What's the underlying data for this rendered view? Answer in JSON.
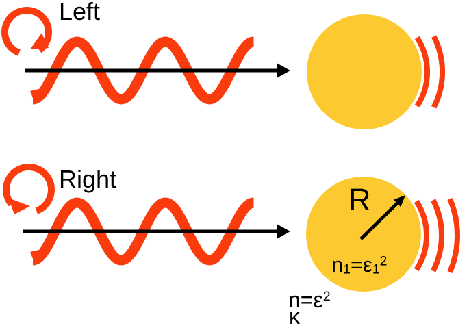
{
  "colors": {
    "red": "#F93B0D",
    "yellow": "#FDC931",
    "black": "#000000",
    "background": "#FFFFFF"
  },
  "top_row": {
    "polarization_label": "Left",
    "rotation_direction": "clockwise",
    "scattered_arc_count": 2
  },
  "bottom_row": {
    "polarization_label": "Right",
    "rotation_direction": "counterclockwise",
    "scattered_arc_count": 3,
    "radius_label": "R",
    "sphere_formula": {
      "base": "n",
      "base_sub": "1",
      "mid": "=ε",
      "mid_sub": "1",
      "exp": "2"
    },
    "medium_formula": {
      "base": "n=ε",
      "exp": "2"
    },
    "extinction_label": "κ"
  }
}
